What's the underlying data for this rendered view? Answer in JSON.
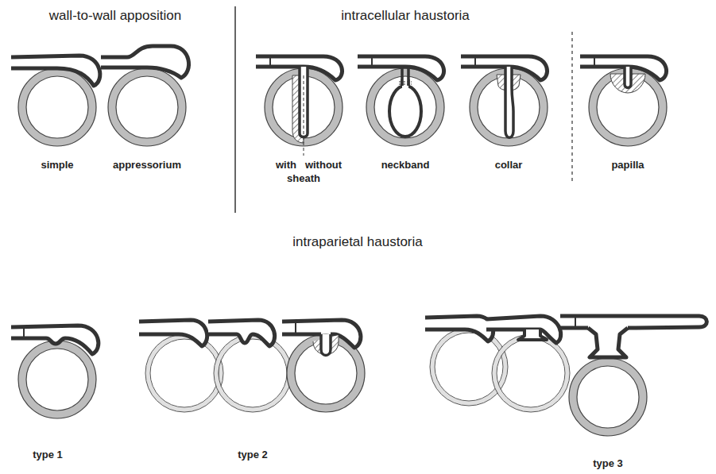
{
  "diagram": {
    "labels": [
      "wall-to-wall apposition",
      "intracellular haustoria",
      "simple",
      "appressorium",
      "with",
      "without",
      "sheath",
      "neckband",
      "collar",
      "papilla",
      "intraparietal haustoria",
      "type 1",
      "type 2",
      "type 3"
    ]
  }
}
